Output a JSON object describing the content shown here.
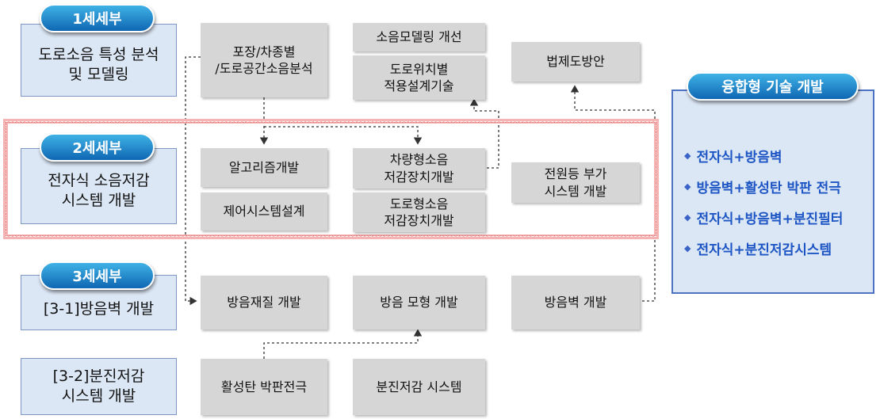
{
  "subprojects": {
    "sub1": {
      "badge": "1세세부",
      "title_line1": "도로소음 특성 분석",
      "title_line2": "및 모델링"
    },
    "sub2": {
      "badge": "2세세부",
      "title_line1": "전자식 소음저감",
      "title_line2": "시스템 개발"
    },
    "sub3": {
      "badge": "3세세부",
      "title_line1": "[3-1]방음벽 개발"
    },
    "sub3_2": {
      "title_line1": "[3-2]분진저감",
      "title_line2": "시스템 개발"
    }
  },
  "tasks": {
    "pavement": {
      "line1": "포장/차종별",
      "line2": "/도로공간소음분석"
    },
    "noise_model": {
      "line1": "소음모델링 개선"
    },
    "road_location": {
      "line1": "도로위치별",
      "line2": "적용설계기술"
    },
    "law": {
      "line1": "법제도방안"
    },
    "algorithm": {
      "line1": "알고리즘개발"
    },
    "vehicle_device": {
      "line1": "차량형소음",
      "line2": "저감장치개발"
    },
    "power_system": {
      "line1": "전원등 부가",
      "line2": "시스템 개발"
    },
    "control": {
      "line1": "제어시스템설계"
    },
    "road_device": {
      "line1": "도로형소음",
      "line2": "저감장치개발"
    },
    "material": {
      "line1": "방음재질 개발"
    },
    "shape": {
      "line1": "방음 모형 개발"
    },
    "wall": {
      "line1": "방음벽 개발"
    },
    "carbon": {
      "line1": "활성탄 박판전극"
    },
    "dust": {
      "line1": "분진저감 시스템"
    }
  },
  "fusion": {
    "badge": "융합형 기술 개발",
    "items": [
      "전자식+방음벽",
      "방음벽+활성탄 박판 전극",
      "전자식+방음벽+분진필터",
      "전자식+분진저감시스템"
    ]
  },
  "colors": {
    "badge_top": "#3fb2e6",
    "badge_bottom": "#0f67b3",
    "subproject_fill": "#dce7f5",
    "task_fill": "#d6d6d6",
    "highlight": "#f6b3b3",
    "fusion_text": "#1d56c4"
  }
}
